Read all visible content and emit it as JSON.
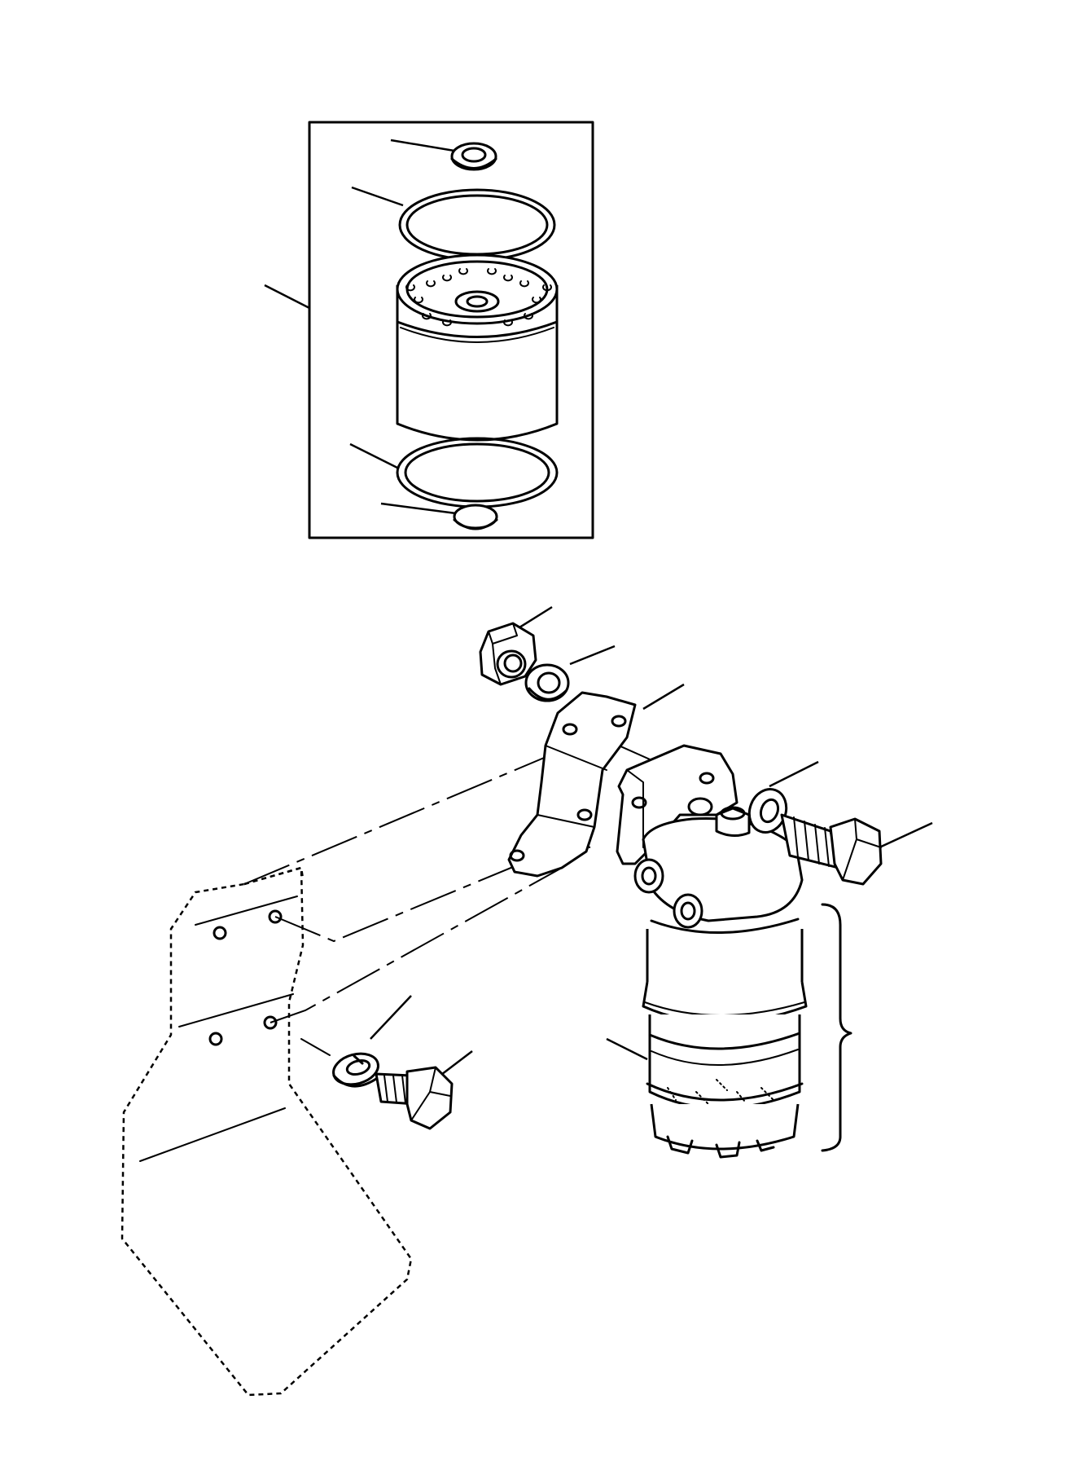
{
  "figure": {
    "type": "exploded-parts-diagram",
    "background": "#ffffff",
    "line_color": "#000000",
    "callouts_labeled": false
  },
  "parts": [
    {
      "id": "inset-box",
      "icon": "inset-frame"
    },
    {
      "id": "element-seal-top",
      "icon": "small-ring"
    },
    {
      "id": "o-ring-top",
      "icon": "large-ring"
    },
    {
      "id": "filter-element",
      "icon": "filter-cartridge"
    },
    {
      "id": "o-ring-bottom",
      "icon": "large-ring"
    },
    {
      "id": "element-seal-bottom",
      "icon": "small-ring"
    },
    {
      "id": "hex-nut",
      "icon": "nut"
    },
    {
      "id": "spring-washer-upper",
      "icon": "washer"
    },
    {
      "id": "mounting-bracket",
      "icon": "bracket"
    },
    {
      "id": "flat-washer",
      "icon": "washer"
    },
    {
      "id": "filter-bolt",
      "icon": "hex-bolt"
    },
    {
      "id": "spring-washer-lower",
      "icon": "split-washer"
    },
    {
      "id": "bracket-bolt",
      "icon": "hex-bolt"
    },
    {
      "id": "filter-bowl",
      "icon": "filter-bowl"
    },
    {
      "id": "filter-assembly",
      "icon": "filter-assembly"
    },
    {
      "id": "engine-plate",
      "icon": "dashed-outline"
    }
  ]
}
